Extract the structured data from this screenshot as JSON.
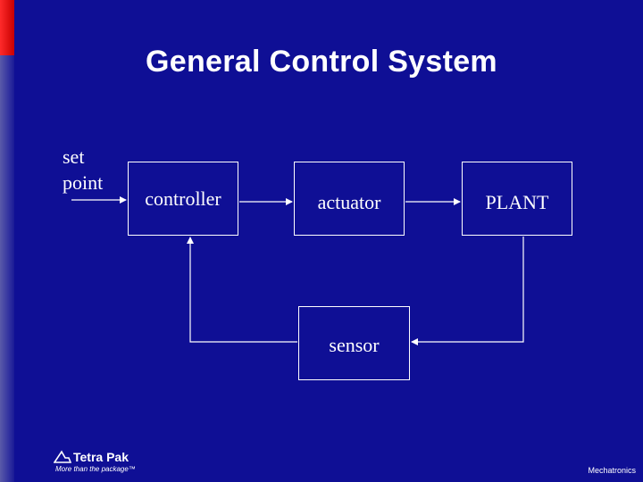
{
  "slide": {
    "title": "General Control System",
    "footer": "Mechatronics"
  },
  "diagram": {
    "input_label_line1": "set",
    "input_label_line2": "point",
    "blocks": {
      "controller": "controller",
      "actuator": "actuator",
      "plant": "PLANT",
      "sensor": "sensor"
    }
  },
  "logo": {
    "brand": "Tetra Pak",
    "tagline": "More than the package™"
  }
}
